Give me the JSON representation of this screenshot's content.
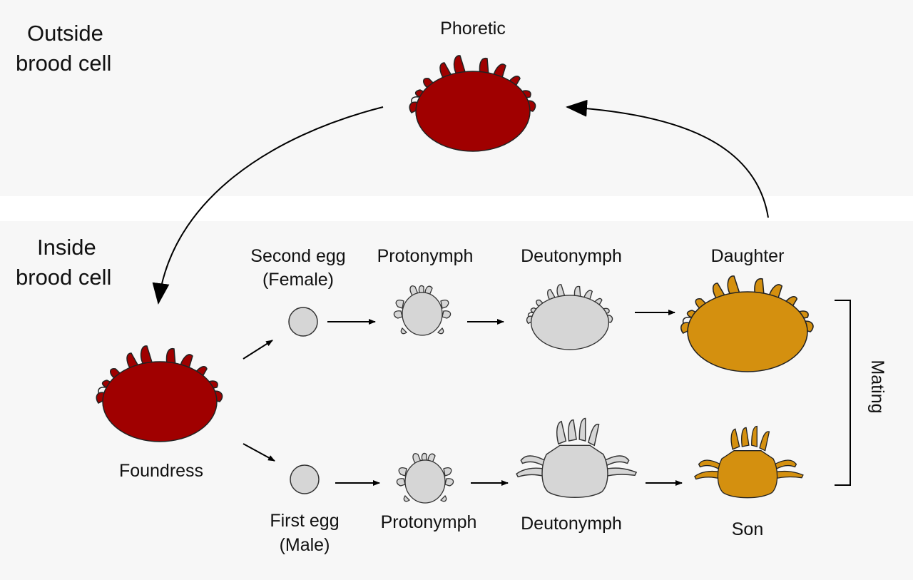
{
  "regions": {
    "outside": [
      "Outside",
      "brood cell"
    ],
    "inside": [
      "Inside",
      "brood cell"
    ]
  },
  "stages": {
    "phoretic": "Phoretic",
    "foundress": "Foundress",
    "second_egg": [
      "Second egg",
      "(Female)"
    ],
    "first_egg": [
      "First egg",
      "(Male)"
    ],
    "protonymph_female": "Protonymph",
    "protonymph_male": "Protonymph",
    "deutonymph_female": "Deutonymph",
    "deutonymph_male": "Deutonymph",
    "daughter": "Daughter",
    "son": "Son"
  },
  "mating_label": "Mating",
  "colors": {
    "adult_female": "#a00000",
    "offspring_adult": "#d4900f",
    "immature": "#d6d6d6",
    "panel": "#f7f7f7"
  }
}
